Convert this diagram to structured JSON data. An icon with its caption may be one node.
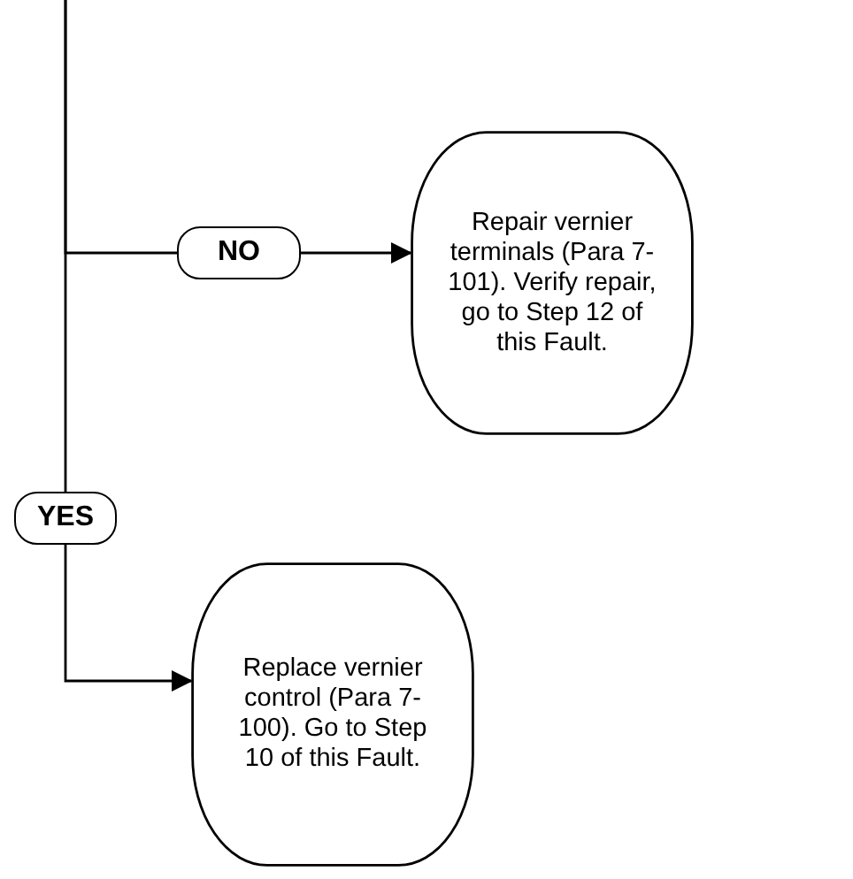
{
  "diagram": {
    "nodes": [
      {
        "text": [
          "NO"
        ]
      },
      {
        "text": [
          "Repair vernier terminals (Para 7-101). Verify repair, go to Step 12 of this Fault."
        ]
      },
      {
        "text": [
          "YES"
        ]
      },
      {
        "text": [
          "Replace vernier control (Para 7-100). Go to Step 10 of this Fault."
        ]
      }
    ],
    "edges": [
      {
        "from": null,
        "to": 0,
        "arrow": "none"
      },
      {
        "from": 0,
        "to": 1,
        "arrow": "to"
      },
      {
        "from": null,
        "to": 2,
        "arrow": "none"
      },
      {
        "from": 2,
        "to": 3,
        "arrow": "to"
      }
    ]
  }
}
